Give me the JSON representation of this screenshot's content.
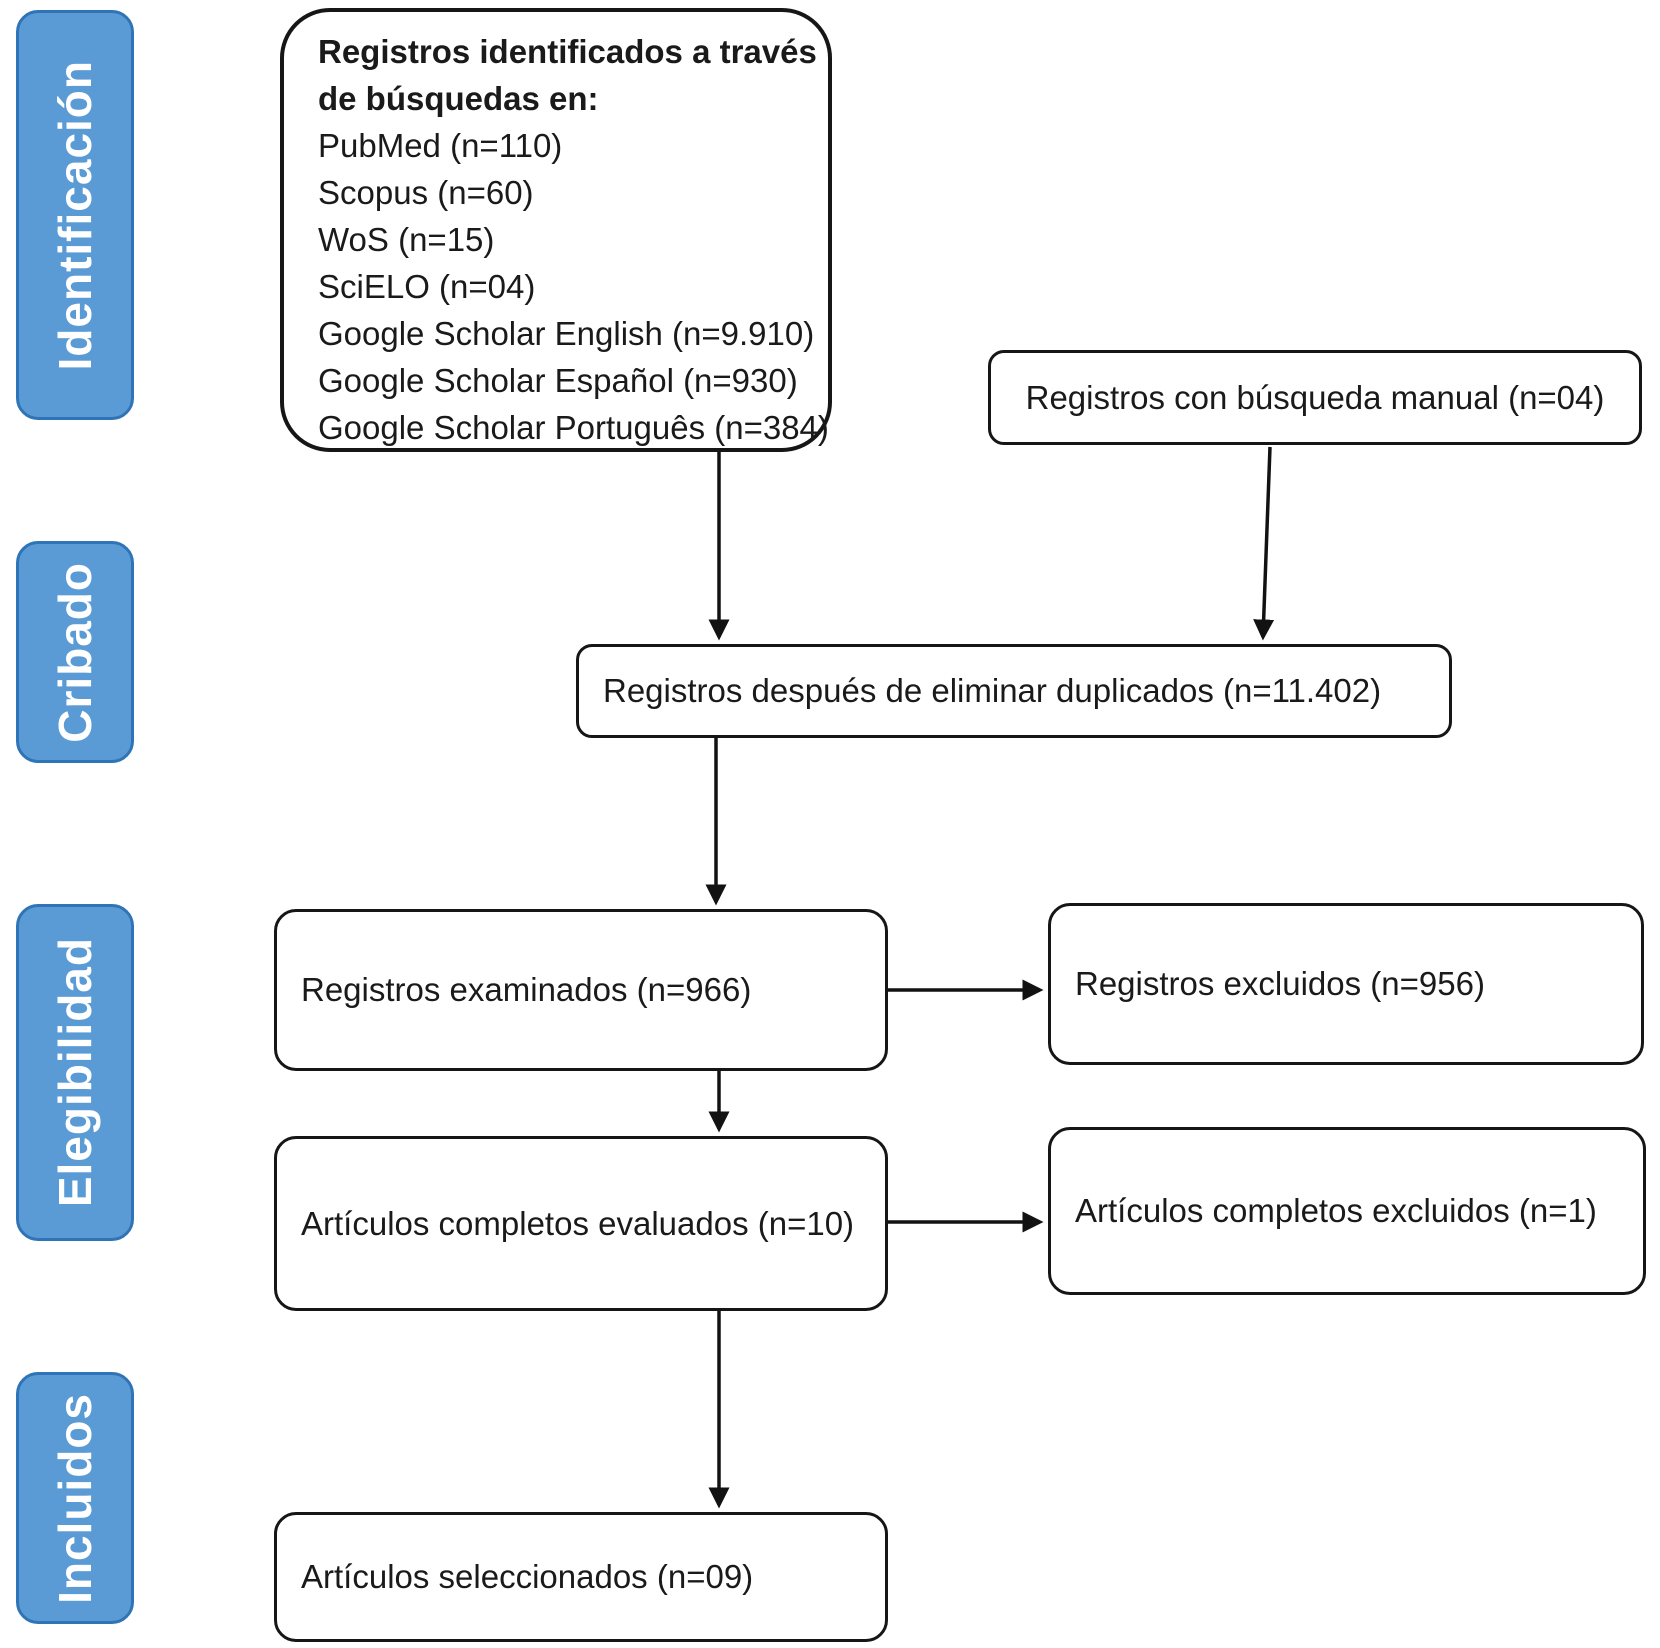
{
  "diagram_title": "PRISMA flow diagram (Spanish)",
  "stages": [
    {
      "label": "Identificación"
    },
    {
      "label": "Cribado"
    },
    {
      "label": "Elegibilidad"
    },
    {
      "label": "Incluidos"
    }
  ],
  "boxes": {
    "identified": {
      "title_lines": [
        "Registros identificados a través",
        "de búsquedas en:"
      ],
      "sources": [
        "PubMed (n=110)",
        "Scopus (n=60)",
        "WoS (n=15)",
        "SciELO (n=04)",
        "Google Scholar English (n=9.910)",
        "Google Scholar Español (n=930)",
        "Google Scholar Português (n=384)"
      ]
    },
    "manual": {
      "label": "Registros con búsqueda manual (n=04)"
    },
    "deduplicated": {
      "label": "Registros después de eliminar duplicados (n=11.402)"
    },
    "screened": {
      "label": "Registros examinados (n=966)"
    },
    "screened_excluded": {
      "label": "Registros excluidos (n=956)"
    },
    "fulltext": {
      "label": "Artículos completos evaluados (n=10)"
    },
    "fulltext_excluded": {
      "label": "Artículos completos excluidos (n=1)"
    },
    "included": {
      "label": "Artículos seleccionados (n=09)"
    }
  },
  "colors": {
    "stage_fill": "#5B9BD5",
    "stage_border": "#2E74B6",
    "stage_text": "#FFFFFF",
    "arrow": "#121212"
  }
}
